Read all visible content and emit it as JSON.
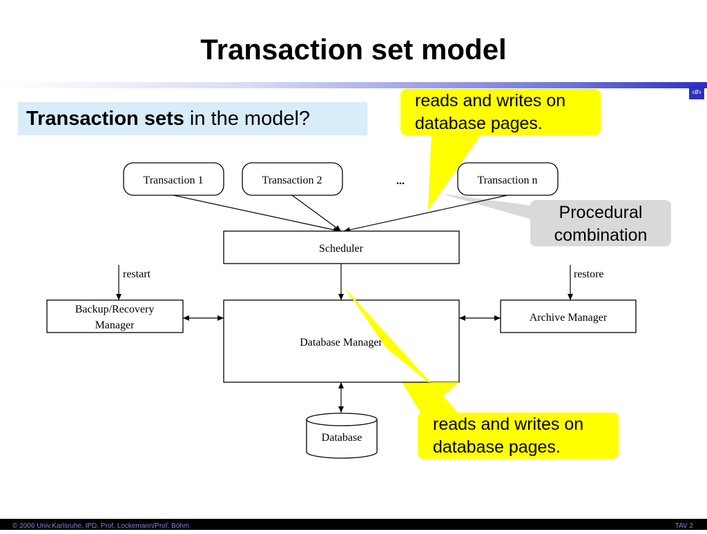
{
  "slide": {
    "title": "Transaction set model",
    "page_number": "‹#›",
    "question_bold": "Transaction sets",
    "question_rest": " in the model?"
  },
  "diagram": {
    "transactions": [
      "Transaction 1",
      "Transaction 2",
      "Transaction n"
    ],
    "ellipsis": "...",
    "scheduler": "Scheduler",
    "database_manager": "Database Manager",
    "backup_manager_line1": "Backup/Recovery",
    "backup_manager_line2": "Manager",
    "archive_manager": "Archive Manager",
    "database": "Database",
    "restart_label": "restart",
    "restore_label": "restore"
  },
  "callouts": {
    "top_line1": "reads and writes on",
    "top_line2": "database pages.",
    "bottom_line1": "reads and writes on",
    "bottom_line2": "database pages.",
    "procedural_line1": "Procedural",
    "procedural_line2": "combination"
  },
  "colors": {
    "callout_yellow": "#ffff00",
    "callout_gray": "#d9d9d9",
    "question_bg": "#d8ecf9",
    "page_badge": "#2f2fbf"
  },
  "footer": {
    "left": "© 2006 Univ.Karlsruhe, IPD, Prof. Lockemann/Prof. Böhm",
    "right": "TAV 2"
  }
}
